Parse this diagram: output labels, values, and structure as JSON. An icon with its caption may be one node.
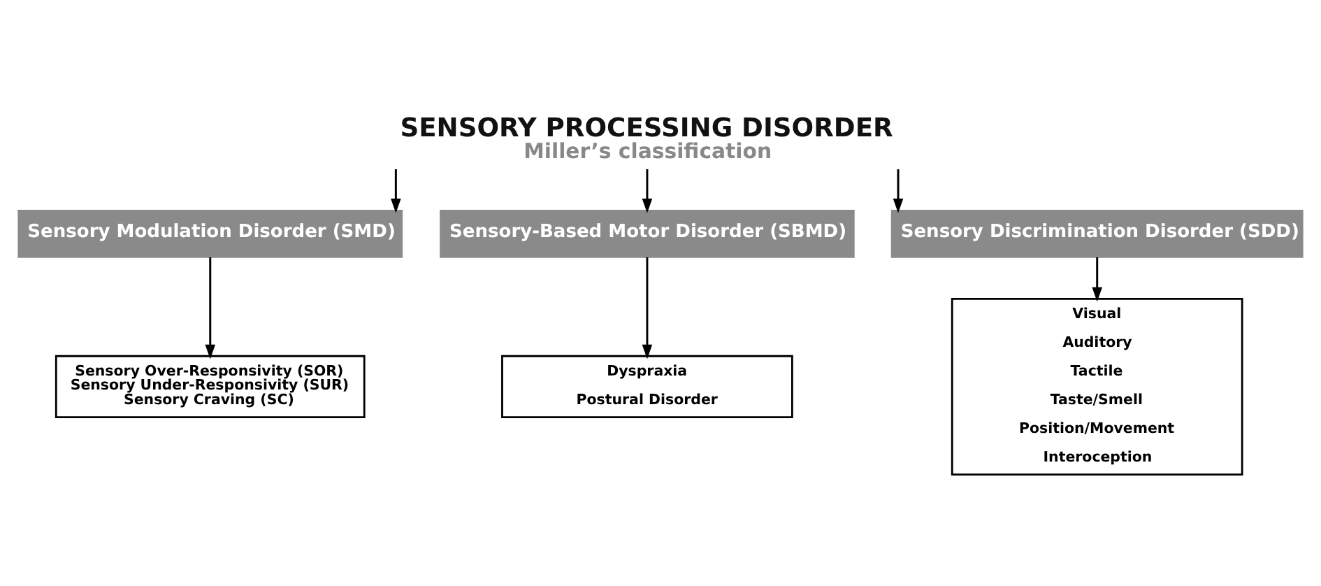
{
  "diagram": {
    "nodes": [
      {
        "text": [
          "SENSORY PROCESSING DISORDER",
          "Miller’s classification"
        ]
      },
      {
        "text": [
          "Sensory Modulation Disorder (SMD)"
        ]
      },
      {
        "text": [
          "Sensory-Based Motor Disorder (SBMD)"
        ]
      },
      {
        "text": [
          "Sensory Discrimination Disorder (SDD)"
        ]
      },
      {
        "text": [
          "Sensory Over-Responsivity (SOR)",
          "Sensory Under-Responsivity (SUR)",
          "Sensory Craving (SC)"
        ]
      },
      {
        "text": [
          "Dyspraxia",
          "Postural Disorder"
        ]
      },
      {
        "text": [
          "Visual",
          "Auditory",
          "Tactile",
          "Taste/Smell",
          "Position/Movement",
          "Interoception"
        ]
      }
    ],
    "edges": [
      {
        "from": 0,
        "to": 1,
        "arrow": "to"
      },
      {
        "from": 0,
        "to": 2,
        "arrow": "to"
      },
      {
        "from": 0,
        "to": 3,
        "arrow": "to"
      },
      {
        "from": 1,
        "to": 4,
        "arrow": "to"
      },
      {
        "from": 2,
        "to": 5,
        "arrow": "to"
      },
      {
        "from": 3,
        "to": 6,
        "arrow": "to"
      }
    ]
  }
}
